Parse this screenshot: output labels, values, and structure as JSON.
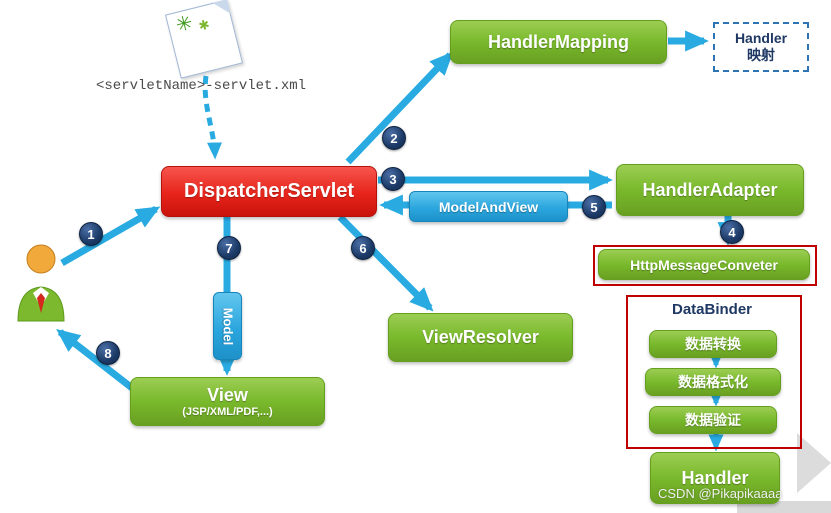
{
  "config_file": {
    "label": "<servletName>-servlet.xml"
  },
  "nodes": {
    "dispatcher_servlet": "DispatcherServlet",
    "handler_mapping": "HandlerMapping",
    "handler_mapped": {
      "line1": "Handler",
      "line2": "映射"
    },
    "handler_adapter": "HandlerAdapter",
    "model_and_view": "ModelAndView",
    "http_message_converter": "HttpMessageConveter",
    "data_binder": {
      "title": "DataBinder",
      "items": [
        "数据转换",
        "数据格式化",
        "数据验证"
      ]
    },
    "handler": "Handler",
    "view_resolver": "ViewResolver",
    "view": {
      "title": "View",
      "subtitle": "(JSP/XML/PDF,...)"
    },
    "model": "Model"
  },
  "steps": [
    "1",
    "2",
    "3",
    "4",
    "5",
    "6",
    "7",
    "8"
  ],
  "watermark": "CSDN @Pikapikaaaa",
  "colors": {
    "green": "#79b92c",
    "red": "#e7241b",
    "blue": "#2ba6de",
    "arrow": "#29abe2",
    "badge": "#17375e",
    "outline_red": "#c00000",
    "dashed_border_blue": "#2e74b5"
  }
}
